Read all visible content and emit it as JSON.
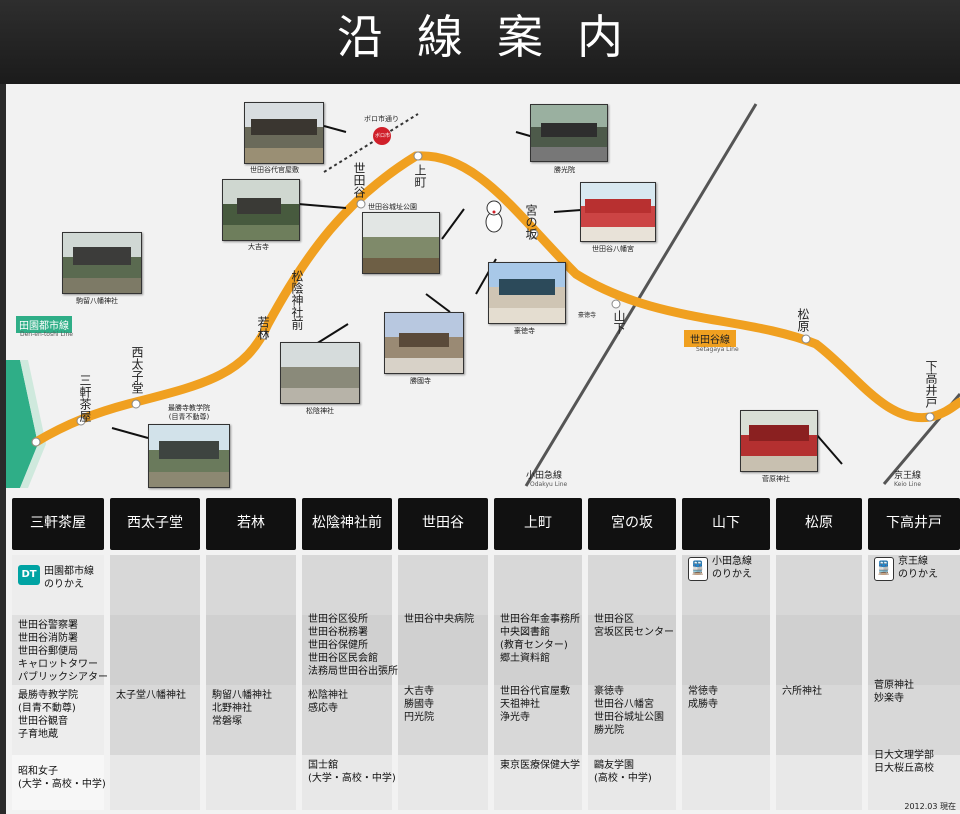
{
  "title": "沿線案内",
  "map": {
    "line_name": "世田谷線",
    "line_name_en": "Setagaya Line",
    "stations": [
      "三軒茶屋",
      "西太子堂",
      "若林",
      "松陰神社前",
      "世田谷",
      "上町",
      "宮の坂",
      "山下",
      "松原",
      "下高井戸"
    ],
    "den_en_toshi": "田園都市線",
    "den_en_toshi_en": "Den-en-toshi Line",
    "odakyu": "小田急線",
    "odakyu_en": "Odakyu Line",
    "keio": "京王線",
    "keio_en": "Keio Line",
    "boroichi": "ボロ市通り",
    "boroichi_mark": "ボロ市",
    "gotokuji_label": "豪徳寺",
    "photo_captions": {
      "daikan": "世田谷代官屋敷",
      "shokoin": "勝光院",
      "daikichi": "大吉寺",
      "jyoshi": "世田谷城址公園",
      "hachiman": "世田谷八幡宮",
      "komadome": "駒留八幡神社",
      "gotokuji": "豪徳寺",
      "shoin": "松陰神社",
      "shokokuji": "勝國寺",
      "saishoji": "最勝寺教学院\n(目青不動尊)",
      "sugawara": "菅原神社"
    }
  },
  "table": {
    "columns": [
      {
        "station": "三軒茶屋",
        "transfer": "田園都市線\nのりかえ",
        "transfer_icon": "DT",
        "facilities": "世田谷警察署\n世田谷消防署\n世田谷郵便局\nキャロットタワー\nパブリックシアター",
        "temples": "最勝寺教学院\n(目青不動尊)\n世田谷観音\n子育地蔵",
        "schools": "昭和女子\n(大学・高校・中学)",
        "others": ""
      },
      {
        "station": "西太子堂",
        "transfer": "",
        "facilities": "",
        "temples": "太子堂八幡神社",
        "schools": "",
        "others": ""
      },
      {
        "station": "若林",
        "transfer": "",
        "facilities": "",
        "temples": "駒留八幡神社\n北野神社\n常磐塚",
        "schools": "",
        "others": ""
      },
      {
        "station": "松陰神社前",
        "transfer": "",
        "facilities": "世田谷区役所\n世田谷税務署\n世田谷保健所\n世田谷区民会館\n法務局世田谷出張所",
        "temples": "松陰神社\n感応寺",
        "schools": "国士舘\n(大学・高校・中学)",
        "others": ""
      },
      {
        "station": "世田谷",
        "transfer": "",
        "facilities": "世田谷中央病院",
        "temples": "大吉寺\n勝國寺\n円光院",
        "schools": "",
        "others": ""
      },
      {
        "station": "上町",
        "transfer": "",
        "facilities": "世田谷年金事務所\n中央図書館\n(教育センター)\n郷土資料館",
        "temples": "世田谷代官屋敷\n天祖神社\n浄光寺",
        "schools": "東京医療保健大学",
        "others": ""
      },
      {
        "station": "宮の坂",
        "transfer": "",
        "facilities": "世田谷区\n宮坂区民センター",
        "temples": "豪徳寺\n世田谷八幡宮\n世田谷城址公園\n勝光院",
        "schools": "鷗友学園\n(高校・中学)",
        "others": ""
      },
      {
        "station": "山下",
        "transfer": "小田急線\nのりかえ",
        "transfer_icon": "train",
        "facilities": "",
        "temples": "常徳寺\n成勝寺",
        "schools": "",
        "others": ""
      },
      {
        "station": "松原",
        "transfer": "",
        "facilities": "",
        "temples": "六所神社",
        "schools": "",
        "others": ""
      },
      {
        "station": "下高井戸",
        "transfer": "京王線\nのりかえ",
        "transfer_icon": "train",
        "facilities": "",
        "temples": "菅原神社\n妙楽寺",
        "schools": "日大文理学部\n日大桜丘高校",
        "others": ""
      }
    ],
    "date": "2012.03 現在"
  },
  "colors": {
    "line": "#f0a020",
    "dt": "#00a3a3",
    "header": "#111111"
  }
}
